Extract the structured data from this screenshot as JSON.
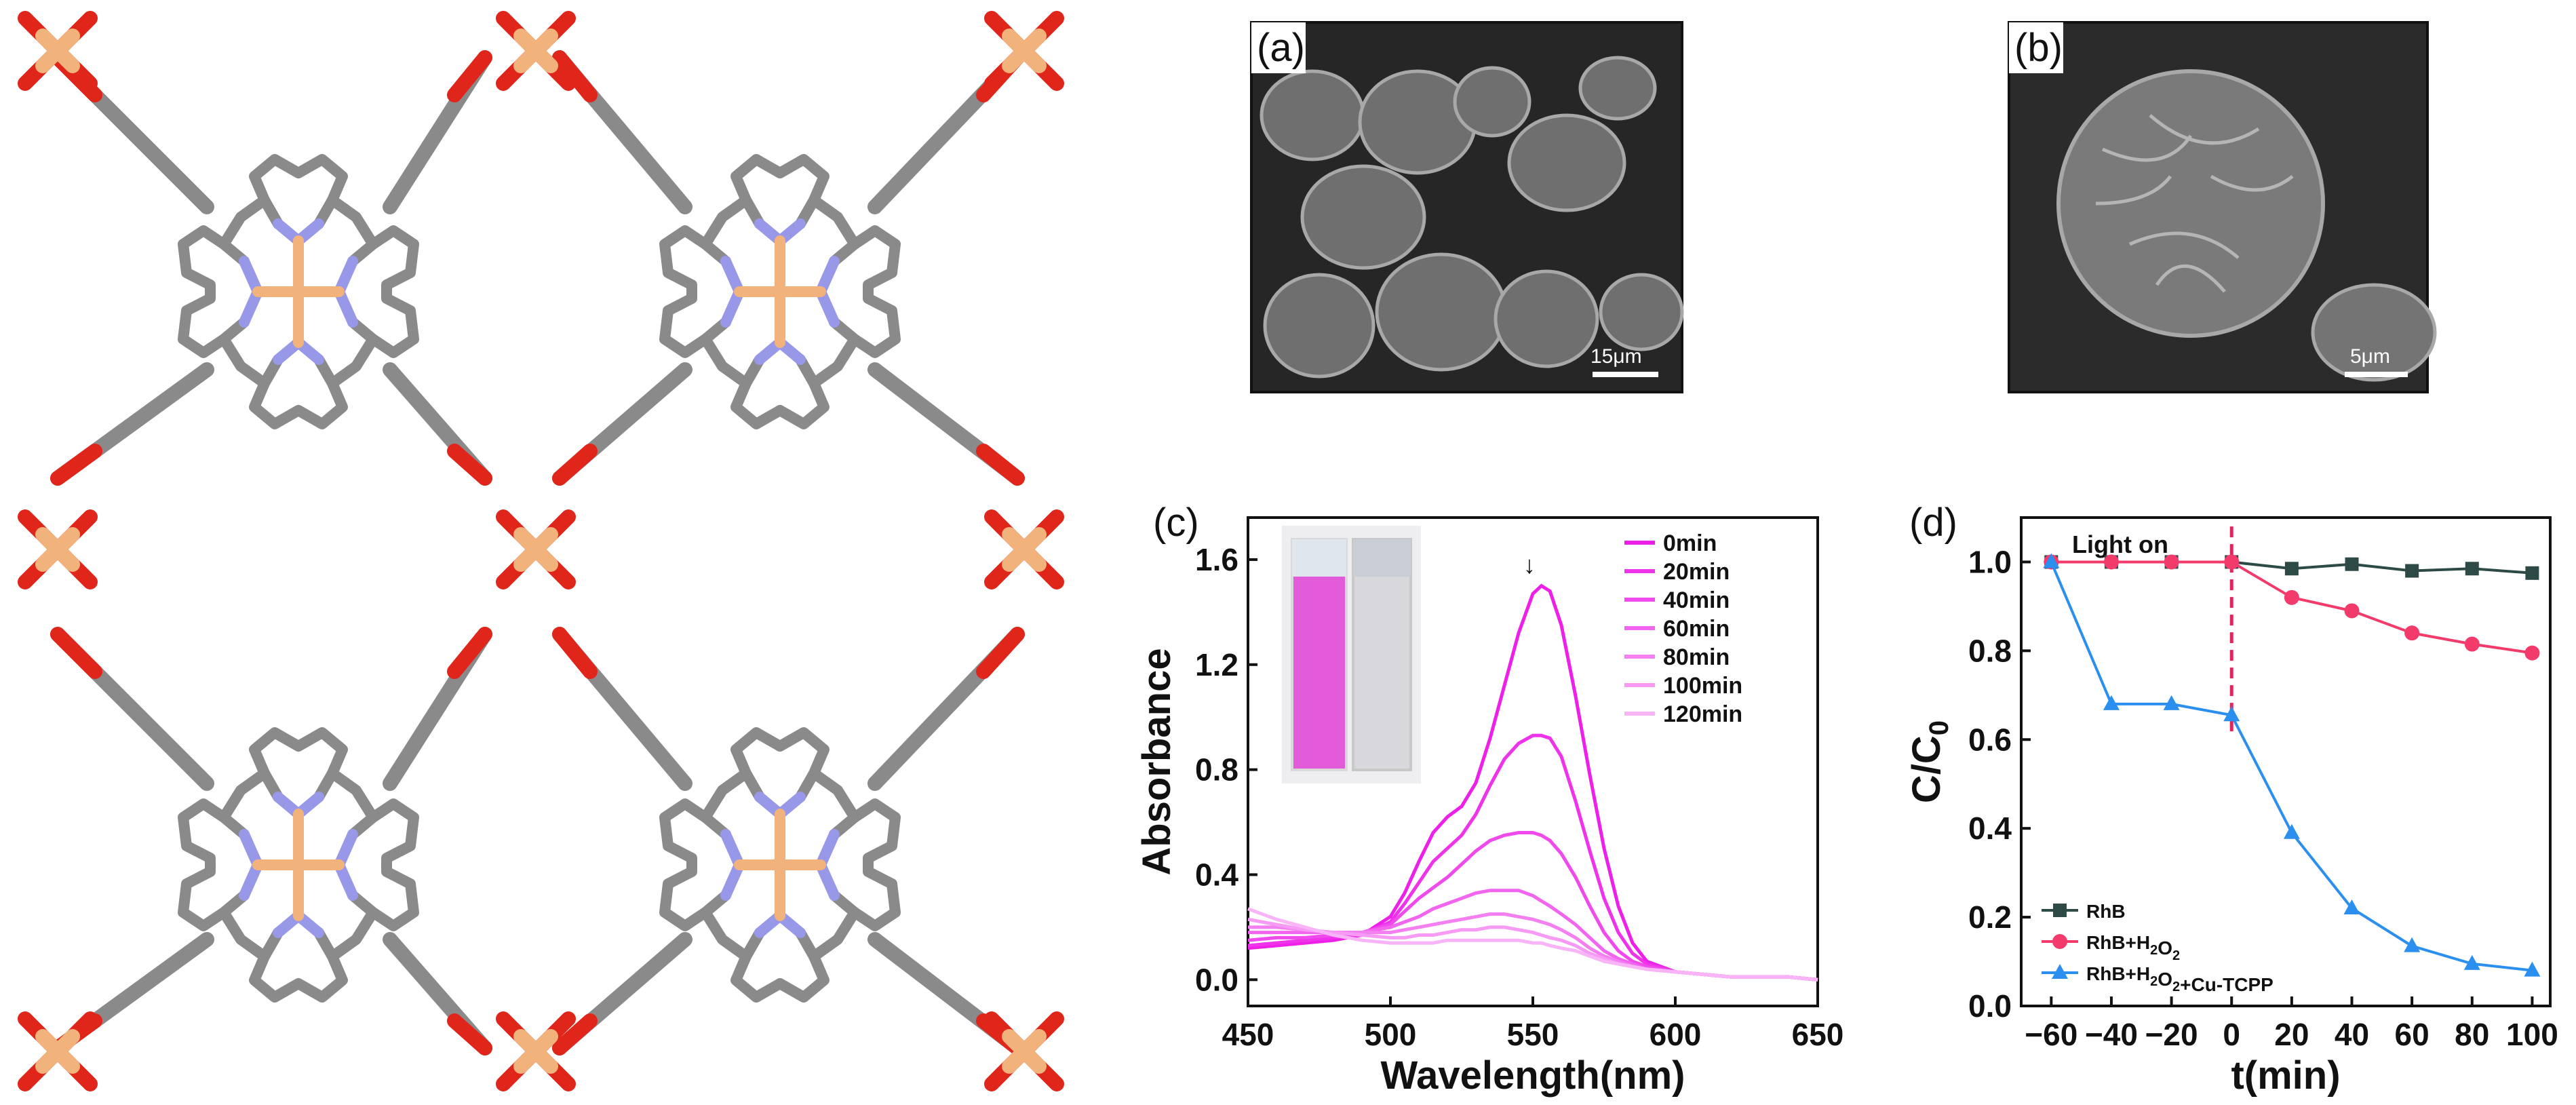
{
  "figure": {
    "panels": [
      {
        "id": "mof",
        "kind": "crystal-structure-illustration",
        "label": ""
      },
      {
        "id": "a",
        "kind": "micrograph",
        "label": "(a)",
        "scale_bar": "15μm"
      },
      {
        "id": "b",
        "kind": "micrograph",
        "label": "(b)",
        "scale_bar": "5μm"
      },
      {
        "id": "c",
        "kind": "chart",
        "label": "(c)"
      },
      {
        "id": "d",
        "kind": "chart",
        "label": "(d)"
      }
    ],
    "colors": {
      "carbon": "#8a8a8a",
      "nitrogen": "#9898e8",
      "copper": "#f2b27c",
      "oxygen": "#e0251b",
      "micrograph_bg": "#262626",
      "spectrum": "#ee1fe8",
      "rhb": "#2e4a46",
      "rhb_h2o2": "#f23a6b",
      "rhb_h2o2_cutcpp": "#2b8ff0",
      "light_on_line": "#e0255a"
    }
  },
  "chart_data": [
    {
      "panel": "(c)",
      "type": "line",
      "xlabel": "Wavelength(nm)",
      "ylabel": "Absorbance",
      "xlim": [
        450,
        650
      ],
      "ylim": [
        -0.1,
        1.76
      ],
      "xticks": [
        450,
        500,
        550,
        600,
        650
      ],
      "yticks": [
        0.0,
        0.4,
        0.8,
        1.2,
        1.6
      ],
      "legend_position": "top-right",
      "annotation": "↓",
      "x": [
        450,
        460,
        470,
        480,
        490,
        500,
        505,
        510,
        515,
        520,
        525,
        530,
        535,
        540,
        545,
        550,
        553,
        556,
        560,
        565,
        570,
        575,
        580,
        585,
        590,
        600,
        610,
        620,
        630,
        640,
        650
      ],
      "series": [
        {
          "name": "0min",
          "values": [
            0.12,
            0.13,
            0.14,
            0.15,
            0.17,
            0.24,
            0.33,
            0.45,
            0.56,
            0.62,
            0.66,
            0.75,
            0.92,
            1.12,
            1.32,
            1.47,
            1.5,
            1.48,
            1.35,
            1.08,
            0.78,
            0.5,
            0.28,
            0.14,
            0.07,
            0.03,
            0.02,
            0.01,
            0.01,
            0.01,
            0.0
          ]
        },
        {
          "name": "20min",
          "values": [
            0.13,
            0.14,
            0.15,
            0.16,
            0.17,
            0.22,
            0.29,
            0.37,
            0.45,
            0.5,
            0.55,
            0.63,
            0.74,
            0.84,
            0.9,
            0.93,
            0.93,
            0.92,
            0.85,
            0.68,
            0.49,
            0.31,
            0.18,
            0.1,
            0.06,
            0.03,
            0.02,
            0.01,
            0.01,
            0.01,
            0.0
          ]
        },
        {
          "name": "40min",
          "values": [
            0.15,
            0.16,
            0.16,
            0.17,
            0.18,
            0.21,
            0.26,
            0.31,
            0.35,
            0.39,
            0.44,
            0.49,
            0.53,
            0.55,
            0.56,
            0.56,
            0.55,
            0.53,
            0.48,
            0.39,
            0.28,
            0.18,
            0.11,
            0.07,
            0.05,
            0.03,
            0.02,
            0.01,
            0.01,
            0.01,
            0.0
          ]
        },
        {
          "name": "60min",
          "values": [
            0.18,
            0.18,
            0.18,
            0.18,
            0.18,
            0.2,
            0.22,
            0.24,
            0.27,
            0.29,
            0.31,
            0.33,
            0.34,
            0.34,
            0.34,
            0.32,
            0.3,
            0.28,
            0.25,
            0.21,
            0.16,
            0.11,
            0.08,
            0.06,
            0.04,
            0.03,
            0.02,
            0.01,
            0.01,
            0.01,
            0.0
          ]
        },
        {
          "name": "80min",
          "values": [
            0.2,
            0.2,
            0.19,
            0.18,
            0.18,
            0.18,
            0.19,
            0.2,
            0.21,
            0.22,
            0.23,
            0.24,
            0.25,
            0.25,
            0.24,
            0.23,
            0.22,
            0.21,
            0.19,
            0.16,
            0.12,
            0.09,
            0.07,
            0.05,
            0.04,
            0.03,
            0.02,
            0.01,
            0.01,
            0.01,
            0.0
          ]
        },
        {
          "name": "100min",
          "values": [
            0.23,
            0.21,
            0.19,
            0.18,
            0.17,
            0.16,
            0.16,
            0.17,
            0.17,
            0.18,
            0.19,
            0.19,
            0.2,
            0.2,
            0.19,
            0.18,
            0.17,
            0.16,
            0.15,
            0.13,
            0.1,
            0.08,
            0.06,
            0.05,
            0.04,
            0.03,
            0.02,
            0.01,
            0.01,
            0.01,
            0.0
          ]
        },
        {
          "name": "120min",
          "values": [
            0.27,
            0.23,
            0.2,
            0.17,
            0.15,
            0.14,
            0.14,
            0.14,
            0.14,
            0.15,
            0.15,
            0.15,
            0.15,
            0.15,
            0.15,
            0.14,
            0.14,
            0.13,
            0.12,
            0.11,
            0.09,
            0.07,
            0.06,
            0.05,
            0.04,
            0.03,
            0.02,
            0.01,
            0.01,
            0.01,
            0.0
          ]
        }
      ],
      "series_colors": [
        "#ee1fe8",
        "#ef33ea",
        "#f04aec",
        "#f265ee",
        "#f47ff1",
        "#f69af4",
        "#f8b4f7"
      ]
    },
    {
      "panel": "(d)",
      "type": "line",
      "xlabel": "t(min)",
      "ylabel": "C/C0",
      "ylabel_main": "C/C",
      "ylabel_sub": "0",
      "xlim": [
        -70,
        106
      ],
      "ylim": [
        0.0,
        1.1
      ],
      "xticks": [
        -60,
        -40,
        -20,
        0,
        20,
        40,
        60,
        80,
        100
      ],
      "yticks": [
        0.0,
        0.2,
        0.4,
        0.6,
        0.8,
        1.0
      ],
      "legend_position": "bottom-left",
      "annotation": "Light on",
      "light_on_x": 0,
      "x": [
        -60,
        -40,
        -20,
        0,
        20,
        40,
        60,
        80,
        100
      ],
      "series": [
        {
          "name": "RhB",
          "marker": "square",
          "values": [
            1.0,
            1.0,
            1.0,
            1.0,
            0.985,
            0.995,
            0.98,
            0.985,
            0.975
          ]
        },
        {
          "name": "RhB+H2O2",
          "marker": "circle",
          "values": [
            1.0,
            1.0,
            1.0,
            1.0,
            0.92,
            0.89,
            0.84,
            0.815,
            0.795
          ]
        },
        {
          "name": "RhB+H2O2+Cu-TCPP",
          "marker": "triangle",
          "values": [
            1.0,
            0.68,
            0.68,
            0.655,
            0.39,
            0.22,
            0.135,
            0.095,
            0.08
          ]
        }
      ],
      "series_colors": [
        "#2e4a46",
        "#f23a6b",
        "#2b8ff0"
      ]
    }
  ]
}
